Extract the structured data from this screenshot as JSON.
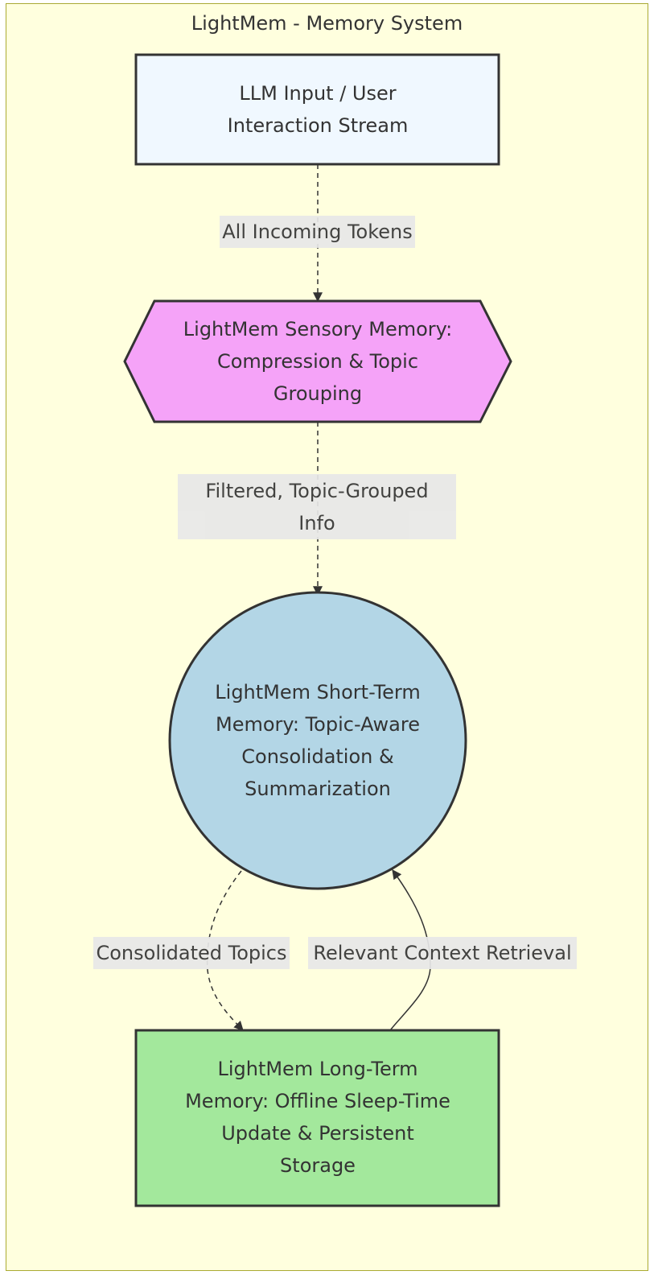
{
  "diagram": {
    "title": "LightMem - Memory System",
    "nodes": {
      "input": {
        "label": "LLM Input / User Interaction Stream",
        "fill": "#f0f8ff"
      },
      "sensory": {
        "label": "LightMem Sensory Memory: Compression & Topic Grouping",
        "fill": "#f5a3f8"
      },
      "short_term": {
        "label": "LightMem Short-Term Memory: Topic-Aware Consolidation & Summarization",
        "fill": "#b3d6e6"
      },
      "long_term": {
        "label": "LightMem Long-Term Memory: Offline Sleep-Time Update & Persistent Storage",
        "fill": "#a3e89c"
      }
    },
    "edges": {
      "input_to_sensory": {
        "label": "All Incoming Tokens"
      },
      "sensory_to_short": {
        "label": "Filtered, Topic-Grouped Info"
      },
      "short_to_long": {
        "label": "Consolidated Topics"
      },
      "long_to_short": {
        "label": "Relevant Context Retrieval"
      }
    },
    "colors": {
      "cluster_fill": "#ffffde",
      "cluster_border": "#aaaa33",
      "stroke": "#333333",
      "label_bg": "#e8e8e8"
    }
  }
}
